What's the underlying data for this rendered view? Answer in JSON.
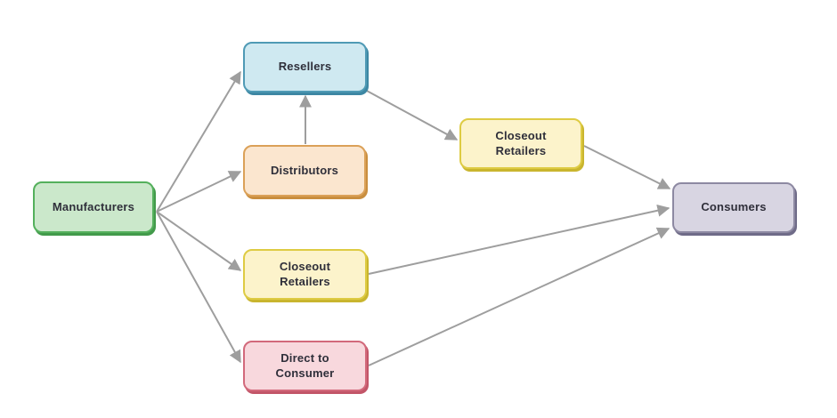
{
  "diagram": {
    "type": "flowchart",
    "background": "#ffffff",
    "edge_color": "#9e9e9e",
    "text_color": "#2f2f3a",
    "nodes": {
      "manufacturers": {
        "label": "Manufacturers",
        "fill": "#cbe8cb",
        "border": "#54b05c",
        "shadow": "#429a4b"
      },
      "resellers": {
        "label": "Resellers",
        "fill": "#cfe9f1",
        "border": "#4f9ab5",
        "shadow": "#3d87a3"
      },
      "distributors": {
        "label": "Distributors",
        "fill": "#fbe6cf",
        "border": "#dba158",
        "shadow": "#c98e3f"
      },
      "closeout_retailers_upper": {
        "label": "Closeout\nRetailers",
        "fill": "#fcf3cb",
        "border": "#decb43",
        "shadow": "#c9b52e"
      },
      "closeout_retailers_lower": {
        "label": "Closeout\nRetailers",
        "fill": "#fcf3cb",
        "border": "#decb43",
        "shadow": "#c9b52e"
      },
      "direct_to_consumer": {
        "label": "Direct to\nConsumer",
        "fill": "#f8d8dd",
        "border": "#d2697b",
        "shadow": "#c25568"
      },
      "consumers": {
        "label": "Consumers",
        "fill": "#d8d5e2",
        "border": "#8d89a2",
        "shadow": "#6f6b88"
      }
    },
    "edges": [
      {
        "from": "manufacturers",
        "to": "resellers"
      },
      {
        "from": "manufacturers",
        "to": "distributors"
      },
      {
        "from": "manufacturers",
        "to": "closeout_retailers_lower"
      },
      {
        "from": "manufacturers",
        "to": "direct_to_consumer"
      },
      {
        "from": "distributors",
        "to": "resellers"
      },
      {
        "from": "resellers",
        "to": "closeout_retailers_upper"
      },
      {
        "from": "closeout_retailers_upper",
        "to": "consumers"
      },
      {
        "from": "closeout_retailers_lower",
        "to": "consumers"
      },
      {
        "from": "direct_to_consumer",
        "to": "consumers"
      }
    ]
  }
}
